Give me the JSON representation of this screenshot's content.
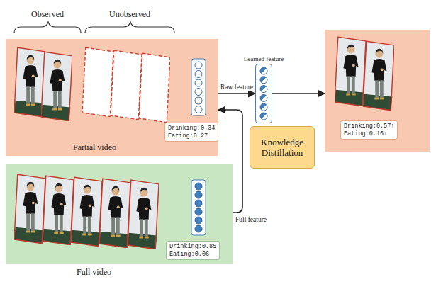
{
  "diagram": {
    "nodes": [
      {
        "text": [
          "Partial video"
        ]
      },
      {
        "text": [
          "Drinking:0.34",
          "Eating:0.27"
        ],
        "in": 0
      },
      {
        "text": [
          "Learned feature"
        ]
      },
      {
        "text": []
      },
      {
        "text": [
          "Drinking:0.57↑",
          "Eating:0.16↓"
        ],
        "in": 3
      },
      {
        "text": [
          "Knowledge Distillation"
        ]
      },
      {
        "text": [
          "Full video"
        ]
      },
      {
        "text": [
          "Drinking:0.85",
          "Eating:0.06"
        ],
        "in": 6
      }
    ],
    "edges": [
      {
        "from": 0,
        "to": 2,
        "label": "Raw feature",
        "arrow": "to"
      },
      {
        "from": 2,
        "to": 3,
        "arrow": "to"
      },
      {
        "from": 6,
        "to": 0,
        "label": "Full feature",
        "arrow": "to"
      }
    ],
    "labels": [
      "Observed",
      "Unobserved"
    ]
  }
}
